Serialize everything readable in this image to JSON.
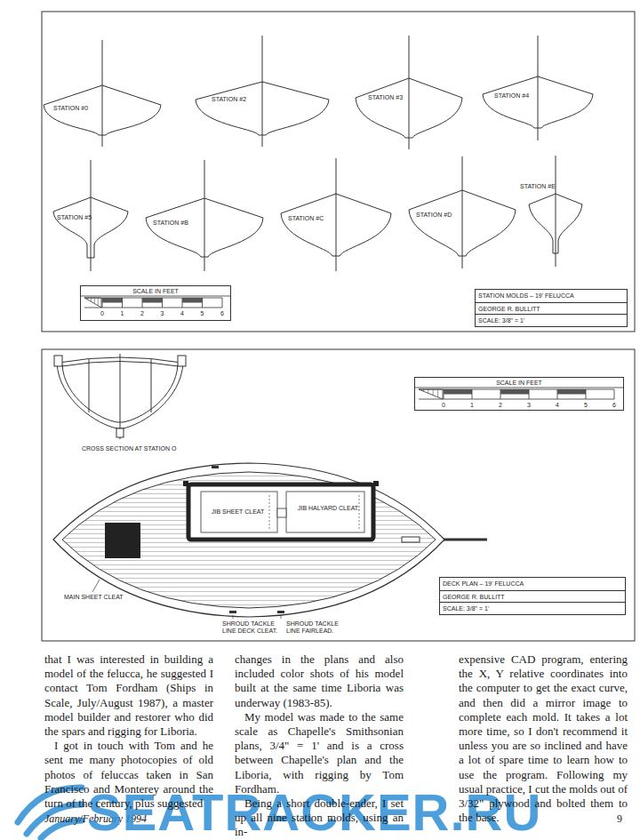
{
  "diagram": {
    "nodes": [
      {
        "text": [
          "SCALE IN FEET",
          "0",
          "1",
          "2",
          "3",
          "4",
          "5",
          "6"
        ]
      },
      {
        "text": [
          "STATION MOLDS – 19' FELUCCA",
          "GEORGE R. BULLITT",
          "SCALE: 3/8\" = 1'"
        ]
      },
      {
        "text": [
          "SCALE IN FEET",
          "0",
          "1",
          "2",
          "3",
          "4",
          "5",
          "6"
        ]
      },
      {
        "text": [
          "DECK PLAN – 19' FELUCCA",
          "GEORGE R. BULLITT",
          "SCALE: 3/8\" = 1'"
        ]
      }
    ],
    "labels": [
      "STATION #0",
      "STATION #2",
      "STATION #3",
      "STATION #4",
      "STATION #5",
      "STATION #B",
      "STATION #C",
      "STATION #D",
      "STATION #E",
      "CROSS SECTION AT STATION O",
      "JIB SHEET CLEAT",
      "JIB HALYARD CLEAT.",
      "MAIN SHEET CLEAT",
      "SHROUD TACKLE LINE DECK CLEAT.",
      "SHROUD TACKLE LINE FAIRLEAD.",
      "that I was interested in building a model of the felucca, he suggested I contact Tom Fordham (Ships in Scale, July/August 1987), a master model builder and restorer who did the spars and rigging for Liboria.",
      "I got in touch with Tom and he sent me many photocopies of old photos of feluccas taken in San Francisco and Monterey around the turn of the century, plus suggested",
      "changes in the plans and also included color shots of his model built at the same time Liboria was underway (1983-85).",
      "My model was made to the same scale as Chapelle's Smithsonian plans, 3/4\" = 1' and is a cross between Chapelle's plan and the Liboria, with rigging by Tom Fordham.",
      "Being a short double-ender, I set up all nine station molds, using an in-",
      "expensive CAD program, entering the X, Y relative coordinates into the computer to get the exact curve, and then did a mirror image to complete each mold. It takes a lot more time, so I don't recommend it unless you are so inclined and have a lot of spare time to learn how to use the program. Following my usual practice, I cut the molds out of 3/32\" plywood and bolted them to the base.",
      "January/February 1994",
      "9",
      "SEATRACKER.RU"
    ]
  }
}
